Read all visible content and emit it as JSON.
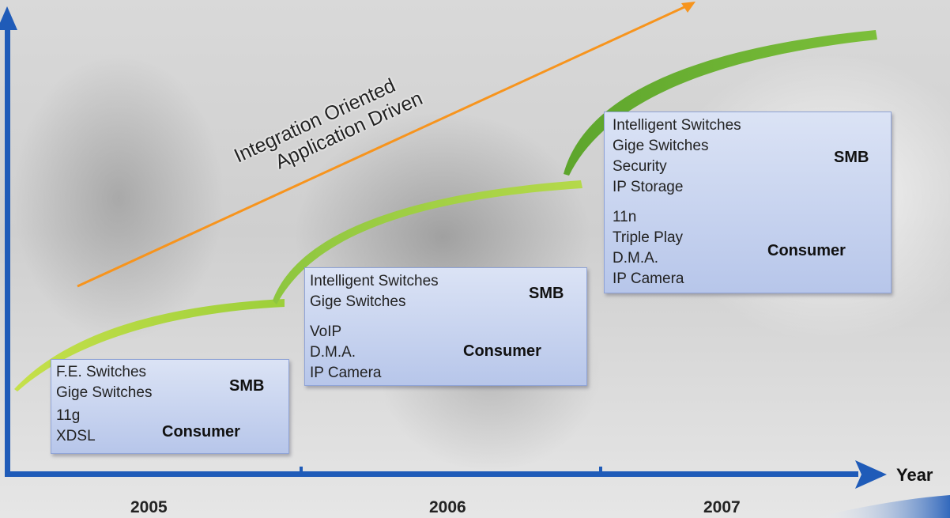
{
  "axis": {
    "x_label": "Year"
  },
  "trend": {
    "line1": "Integration Oriented",
    "line2": "Application Driven"
  },
  "years": [
    "2005",
    "2006",
    "2007"
  ],
  "colors": {
    "axis": "#1f5bb8",
    "trend": "#f7941d",
    "curve": "#8cc63f",
    "bracket": "#f26522"
  },
  "boxes": [
    {
      "year": "2005",
      "smb": {
        "items": [
          "F.E. Switches",
          "Gige Switches"
        ],
        "label": "SMB"
      },
      "consumer": {
        "items": [
          "11g",
          "XDSL"
        ],
        "label": "Consumer"
      }
    },
    {
      "year": "2006",
      "smb": {
        "items": [
          "Intelligent Switches",
          "Gige Switches"
        ],
        "label": "SMB"
      },
      "consumer": {
        "items": [
          "VoIP",
          "D.M.A.",
          "IP Camera"
        ],
        "label": "Consumer"
      }
    },
    {
      "year": "2007",
      "smb": {
        "items": [
          "Intelligent Switches",
          "Gige Switches",
          "Security",
          "IP Storage"
        ],
        "label": "SMB"
      },
      "consumer": {
        "items": [
          "11n",
          "Triple Play",
          "D.M.A.",
          "IP Camera"
        ],
        "label": "Consumer"
      }
    }
  ]
}
